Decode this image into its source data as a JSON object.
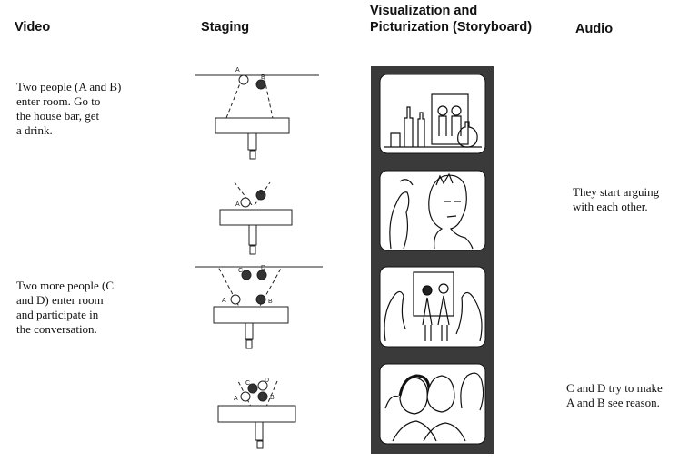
{
  "headers": {
    "video": "Video",
    "staging": "Staging",
    "visualization_line1": "Visualization and",
    "visualization_line2": "Picturization (Storyboard)",
    "audio": "Audio"
  },
  "video_notes": [
    [
      "Two people (A and B)",
      "enter room. Go to",
      "the house bar, get",
      "a drink."
    ],
    [
      "Two more people (C",
      "and D) enter room",
      "and participate in",
      "the conversation."
    ]
  ],
  "audio_notes": [
    [
      "They start arguing",
      "with each other."
    ],
    [
      "C and D try to make",
      "A and B see reason."
    ]
  ],
  "staging_labels": {
    "a": "A",
    "b": "B",
    "c": "C",
    "d": "D"
  }
}
